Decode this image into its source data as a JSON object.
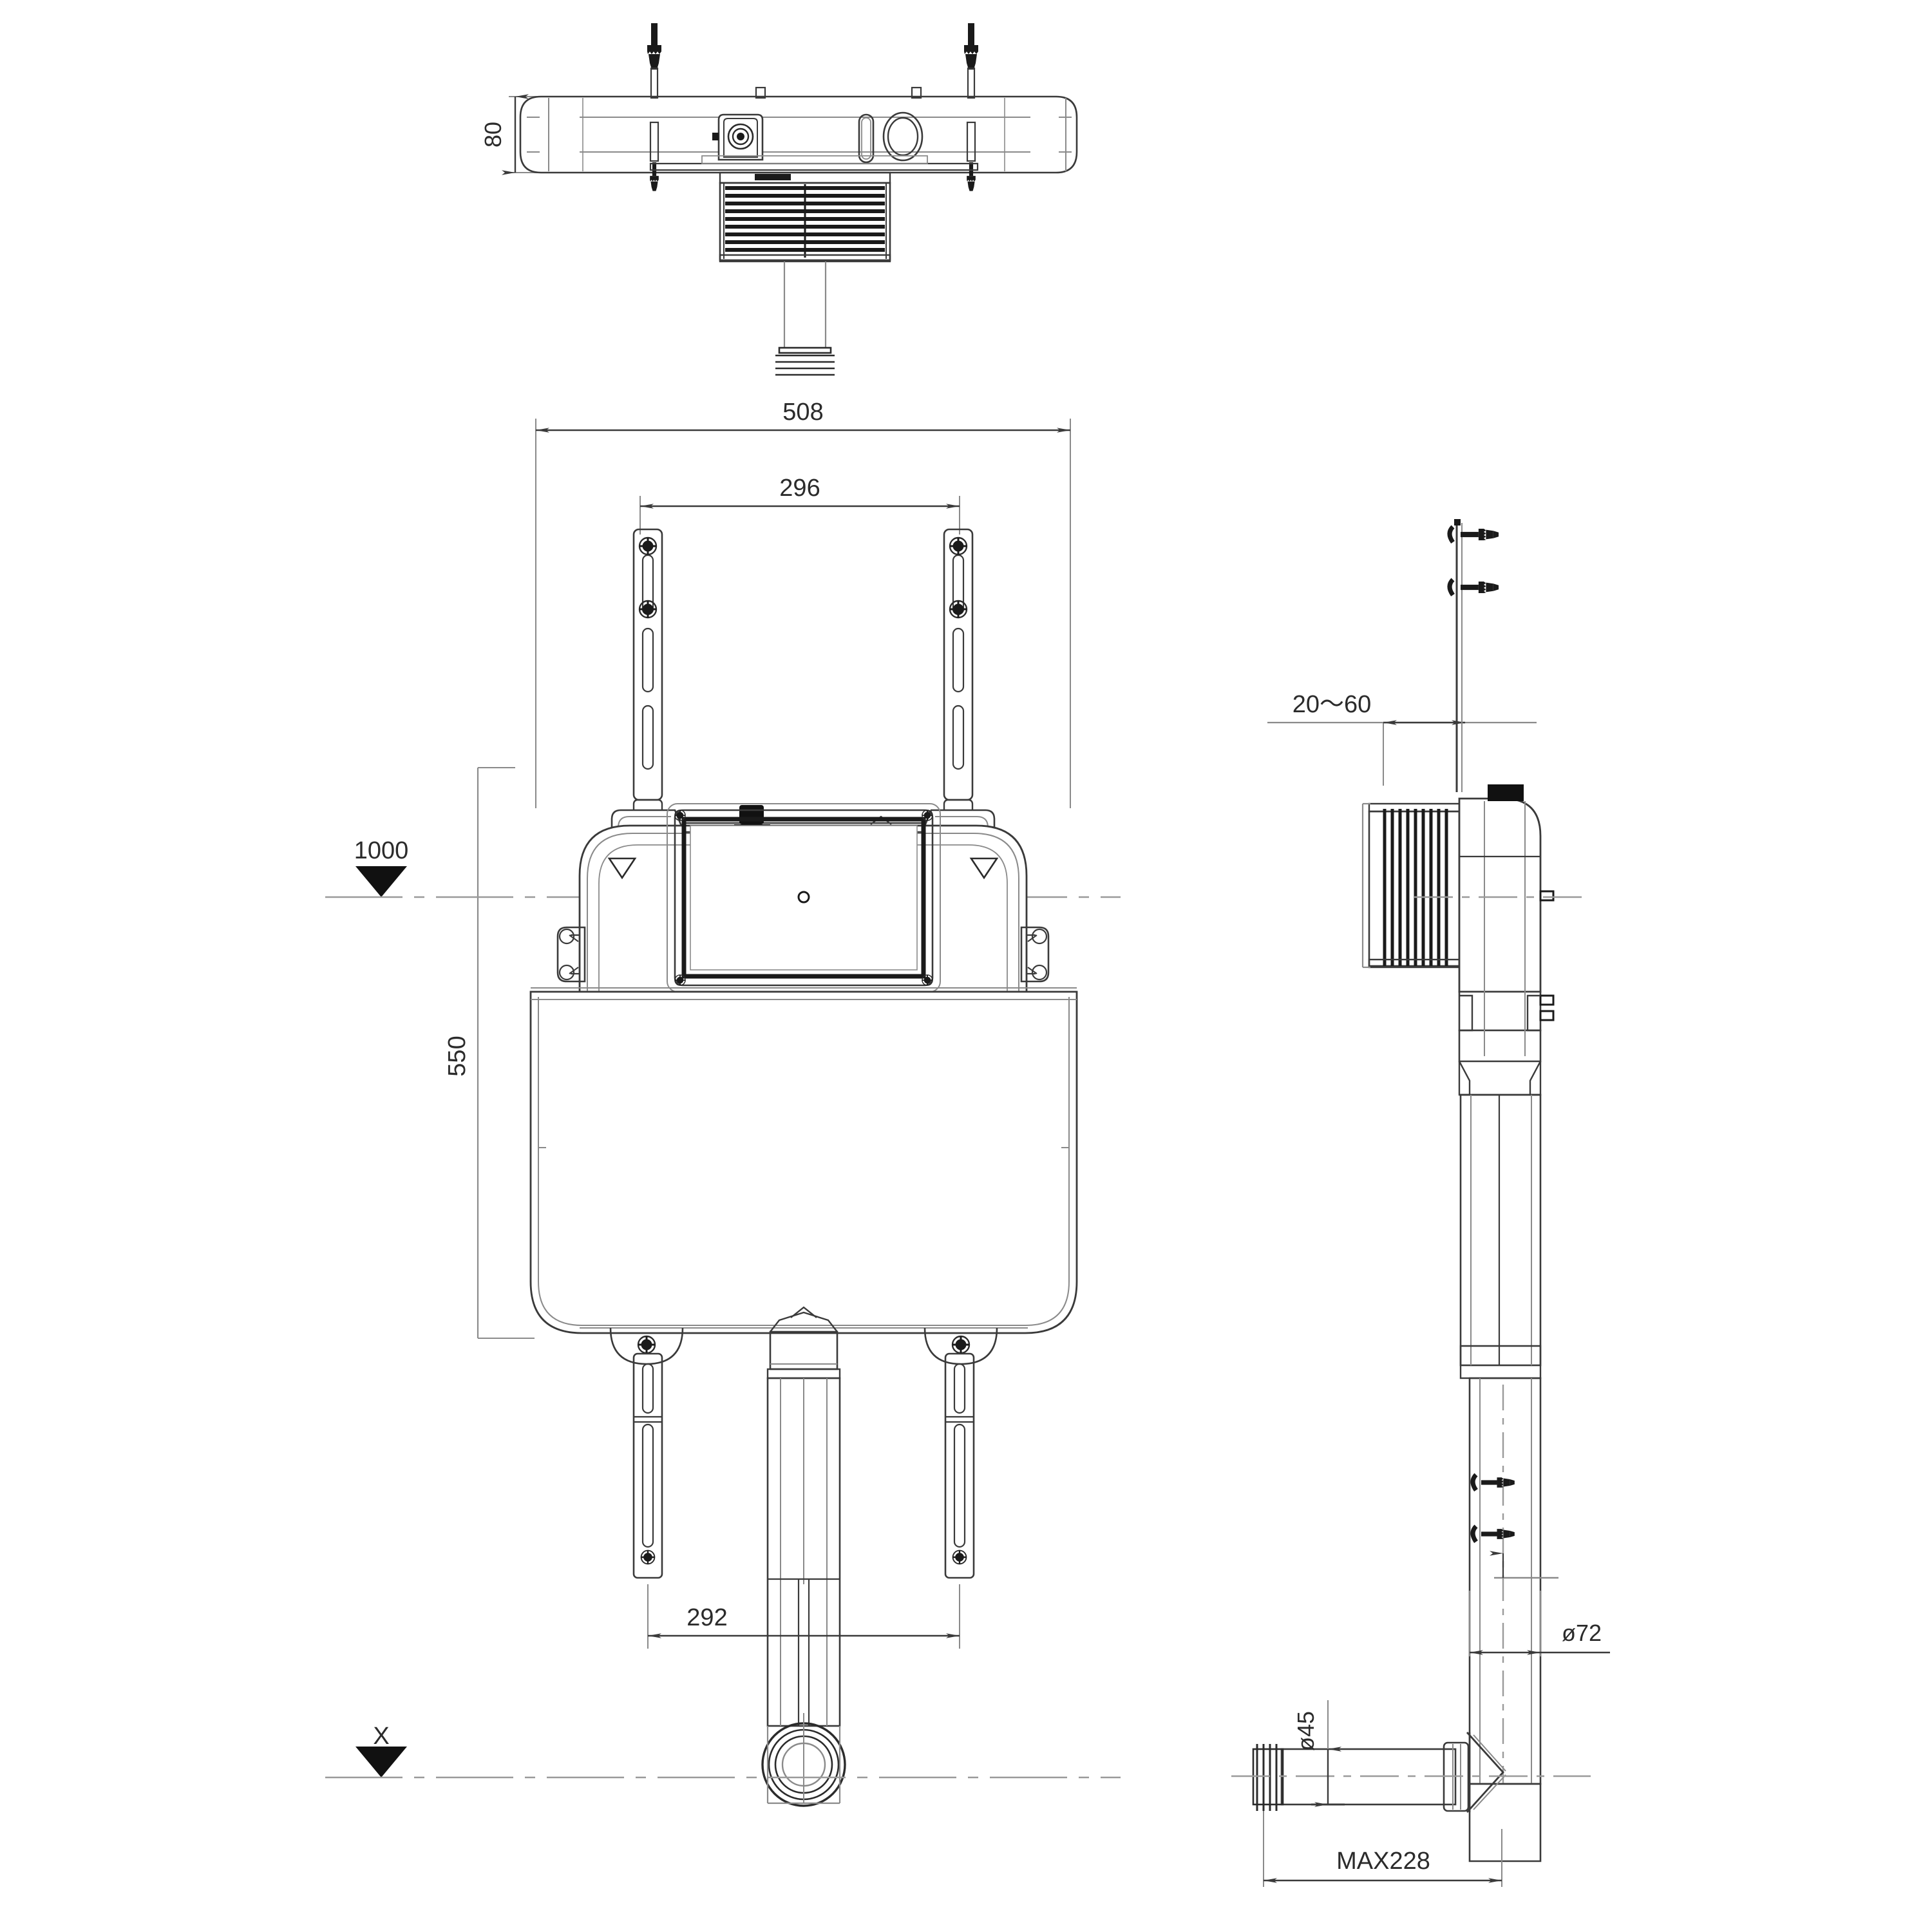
{
  "drawing": {
    "title": "Concealed cistern installation drawing",
    "units": "mm",
    "line_color": "#3a3a3a",
    "thin_color": "#8a8a8a",
    "center_color": "#9a9a9a",
    "fill_dark": "#1a1a1a",
    "background": "#ffffff"
  },
  "views": {
    "top": {
      "name": "top-view",
      "label": ""
    },
    "front": {
      "name": "front-view",
      "label": ""
    },
    "side": {
      "name": "side-view",
      "label": ""
    }
  },
  "dimensions": {
    "top_height": "80",
    "front_width_overall": "508",
    "front_rail_spacing": "296",
    "front_height_to_center": "550",
    "front_foot_spacing": "292",
    "side_wall_gap": "20～60",
    "side_outlet_dia": "ø72",
    "side_inlet_dia": "ø45",
    "side_max_depth": "MAX228"
  },
  "levels": {
    "finished_floor_level": "1000",
    "datum_level": "X"
  },
  "markers": {
    "level_symbol": "filled-triangle-down",
    "vent_symbol": "open-triangle-down"
  }
}
